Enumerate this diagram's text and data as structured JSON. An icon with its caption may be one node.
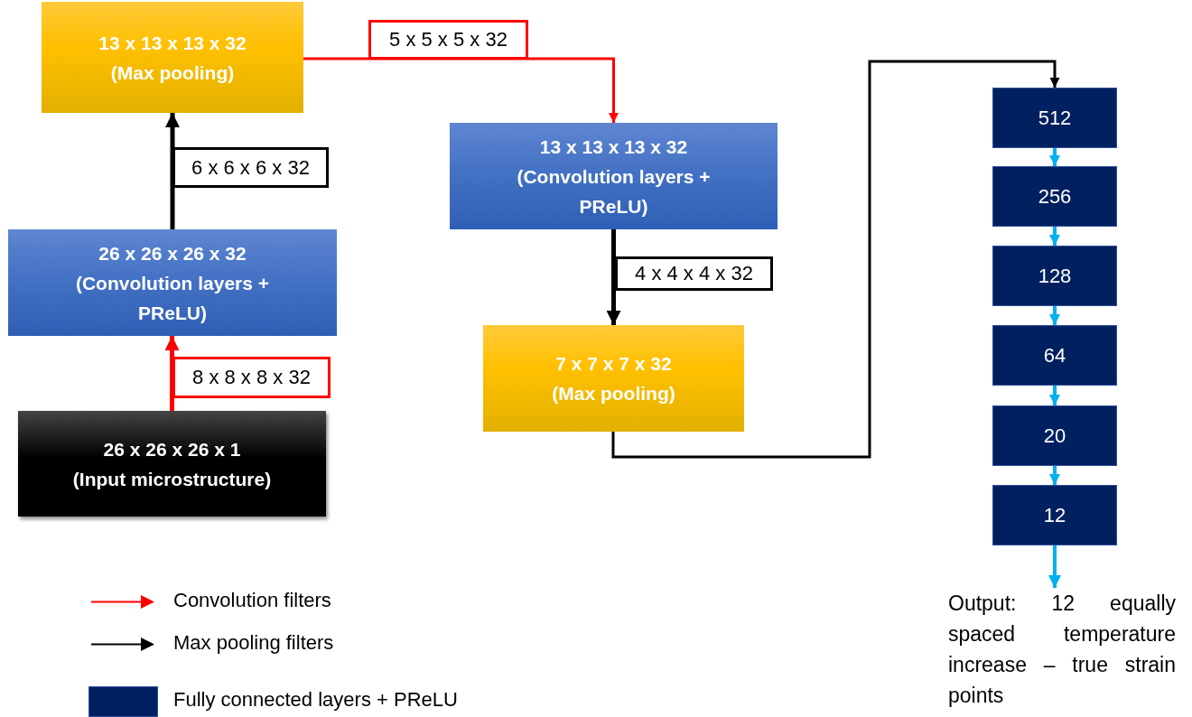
{
  "diagram": {
    "nodes": [
      {
        "text": [
          "26 x 26 x 26 x 1",
          "(Input microstructure)"
        ]
      },
      {
        "text": [
          "26 x 26 x 26 x 32",
          "(Convolution layers + PReLU)"
        ]
      },
      {
        "text": [
          "13 x 13 x 13 x 32",
          "(Max pooling)"
        ]
      },
      {
        "text": [
          "13 x 13 x 13 x 32",
          "(Convolution layers + PReLU)"
        ]
      },
      {
        "text": [
          "7 x 7 x 7 x 32",
          "(Max pooling)"
        ]
      },
      {
        "text": [
          "512"
        ]
      },
      {
        "text": [
          "256"
        ]
      },
      {
        "text": [
          "128"
        ]
      },
      {
        "text": [
          "64"
        ]
      },
      {
        "text": [
          "20"
        ]
      },
      {
        "text": [
          "12"
        ]
      },
      {
        "text": [
          "Output: 12 equally spaced temperature increase – true strain points"
        ]
      }
    ],
    "edges": [
      {
        "from": 0,
        "to": 1,
        "arrow": "to",
        "label": "8 x 8 x 8 x 32",
        "color": "#ff0000"
      },
      {
        "from": 1,
        "to": 2,
        "arrow": "to",
        "label": "6 x 6 x 6 x 32",
        "color": "#000000"
      },
      {
        "from": 2,
        "to": 3,
        "arrow": "to",
        "label": "5 x 5 x 5 x 32",
        "color": "#ff0000"
      },
      {
        "from": 3,
        "to": 4,
        "arrow": "to",
        "label": "4 x 4 x 4 x 32",
        "color": "#000000"
      },
      {
        "from": 4,
        "to": 5,
        "arrow": "to",
        "color": "#000000"
      },
      {
        "from": 5,
        "to": 6,
        "arrow": "to",
        "color": "#00b0f0"
      },
      {
        "from": 6,
        "to": 7,
        "arrow": "to",
        "color": "#00b0f0"
      },
      {
        "from": 7,
        "to": 8,
        "arrow": "to",
        "color": "#00b0f0"
      },
      {
        "from": 8,
        "to": 9,
        "arrow": "to",
        "color": "#00b0f0"
      },
      {
        "from": 9,
        "to": 10,
        "arrow": "to",
        "color": "#00b0f0"
      },
      {
        "from": 10,
        "to": 11,
        "arrow": "to",
        "color": "#00b0f0"
      }
    ],
    "legend": [
      {
        "text": "Convolution filters"
      },
      {
        "text": "Max pooling filters"
      },
      {
        "text": "Fully connected layers + PReLU",
        "color": "#002060"
      }
    ]
  }
}
